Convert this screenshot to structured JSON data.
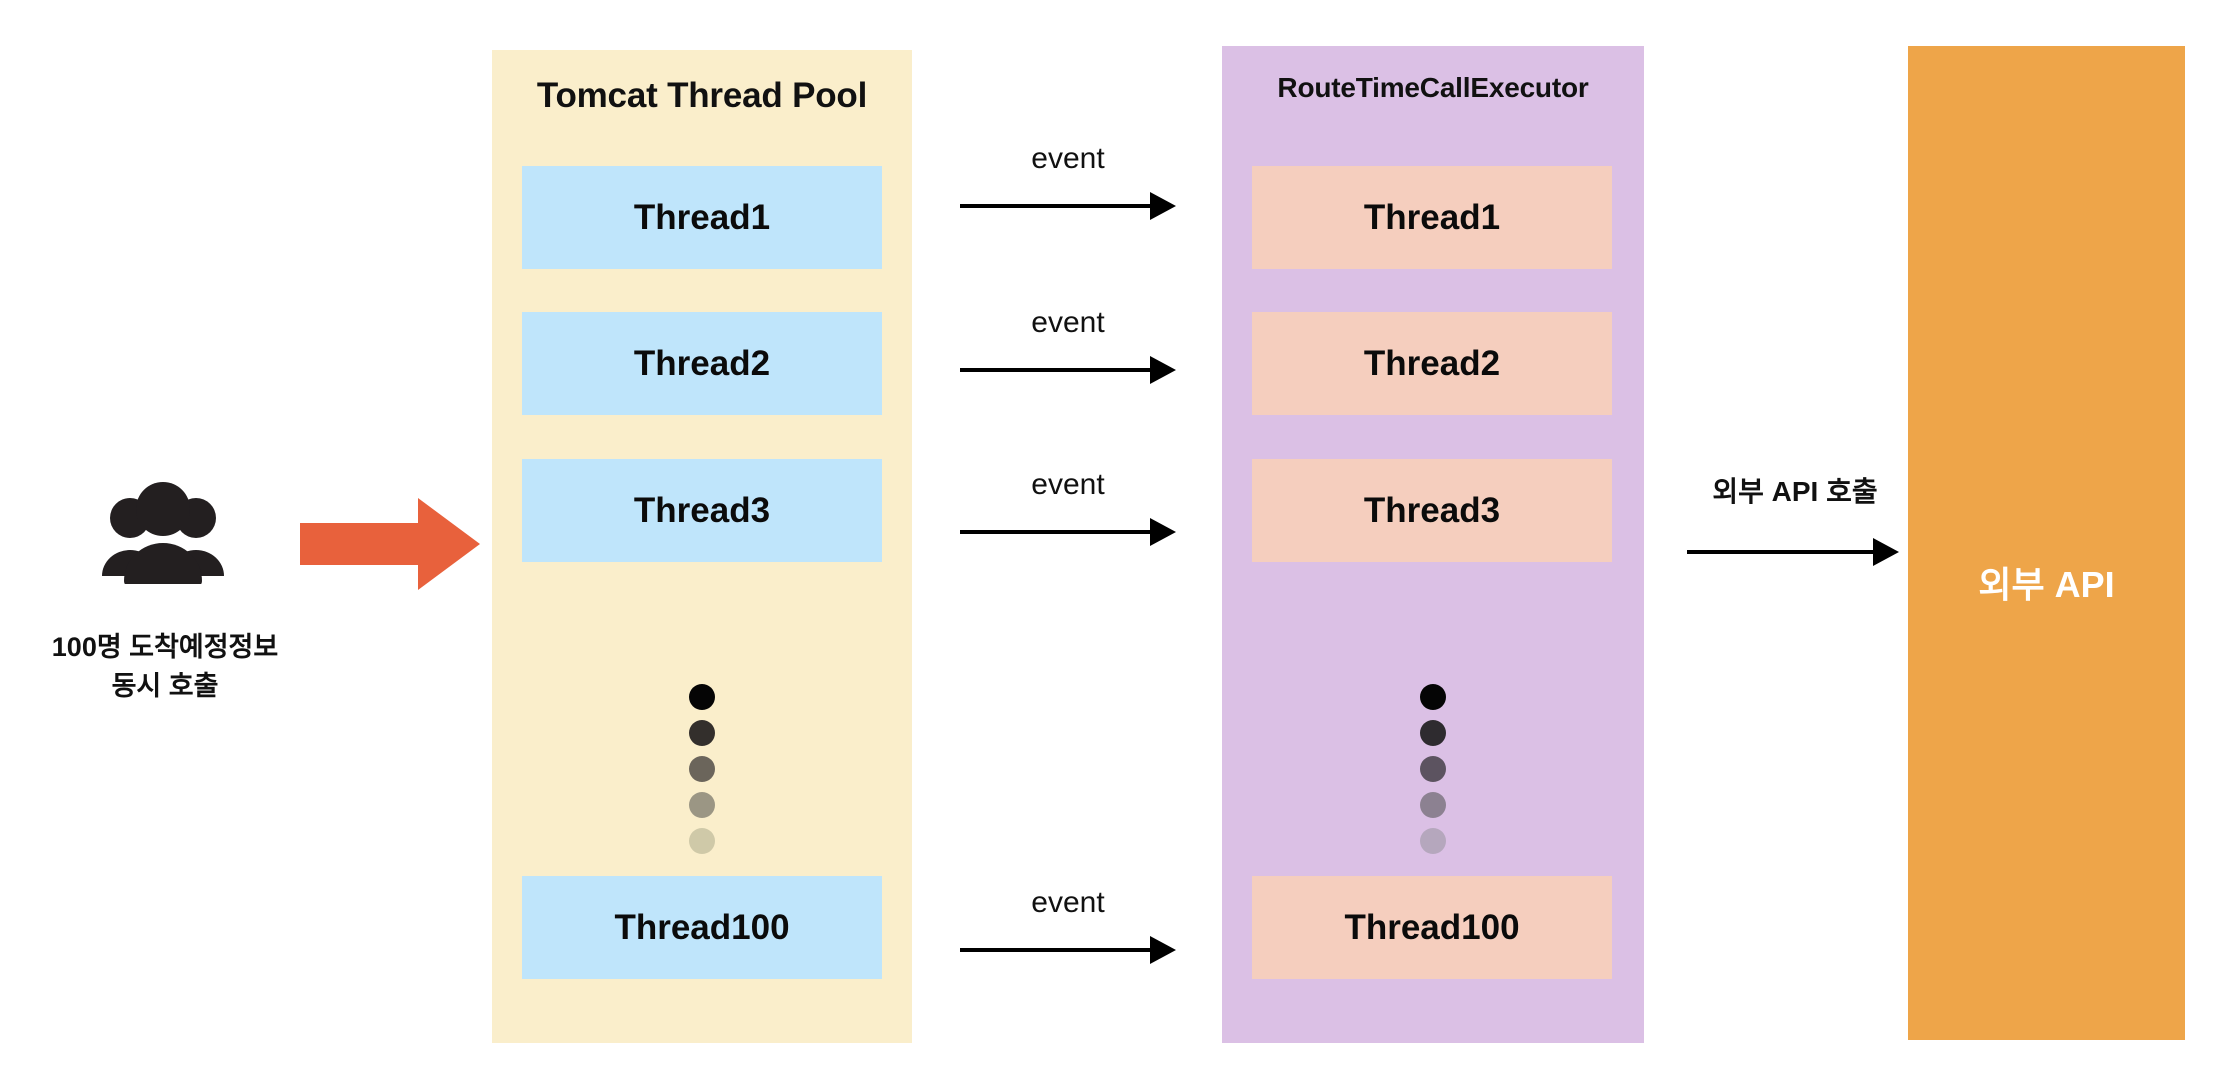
{
  "diagram": {
    "title_left": "Tomcat Thread Pool",
    "title_middle": "RouteTimeCallExecutor",
    "external_api_box_label": "외부 API",
    "external_api_arrow_label": "외부 API 호출",
    "users_caption_line1": "100명 도착예정정보",
    "users_caption_line2": "동시 호출",
    "users_icon": "users-group-icon",
    "big_arrow_icon": "block-arrow-right-icon"
  },
  "colors": {
    "tomcat_panel_bg": "#FAEECB",
    "executor_panel_bg": "#DBC0E5",
    "external_api_bg": "#EEA549",
    "tomcat_thread_bg": "#BFE5FB",
    "executor_thread_bg": "#F5CEBE",
    "big_arrow": "#E8613C",
    "arrow_stroke": "#000000",
    "text_dark": "#111111",
    "text_light": "#FFFFFF"
  },
  "tomcat_pool": {
    "threads": [
      {
        "label": "Thread1"
      },
      {
        "label": "Thread2"
      },
      {
        "label": "Thread3"
      },
      {
        "label": "Thread100"
      }
    ],
    "ellipsis_dots": [
      "#050505",
      "#332F2C",
      "#6B655B",
      "#9B9684",
      "#CFC9A8"
    ]
  },
  "executor_pool": {
    "threads": [
      {
        "label": "Thread1"
      },
      {
        "label": "Thread2"
      },
      {
        "label": "Thread3"
      },
      {
        "label": "Thread100"
      }
    ],
    "ellipsis_dots": [
      "#050505",
      "#2E2B2F",
      "#5C5360",
      "#8C8191",
      "#B5A7BD"
    ]
  },
  "event_arrows": [
    {
      "label": "event"
    },
    {
      "label": "event"
    },
    {
      "label": "event"
    },
    {
      "label": "event"
    }
  ]
}
